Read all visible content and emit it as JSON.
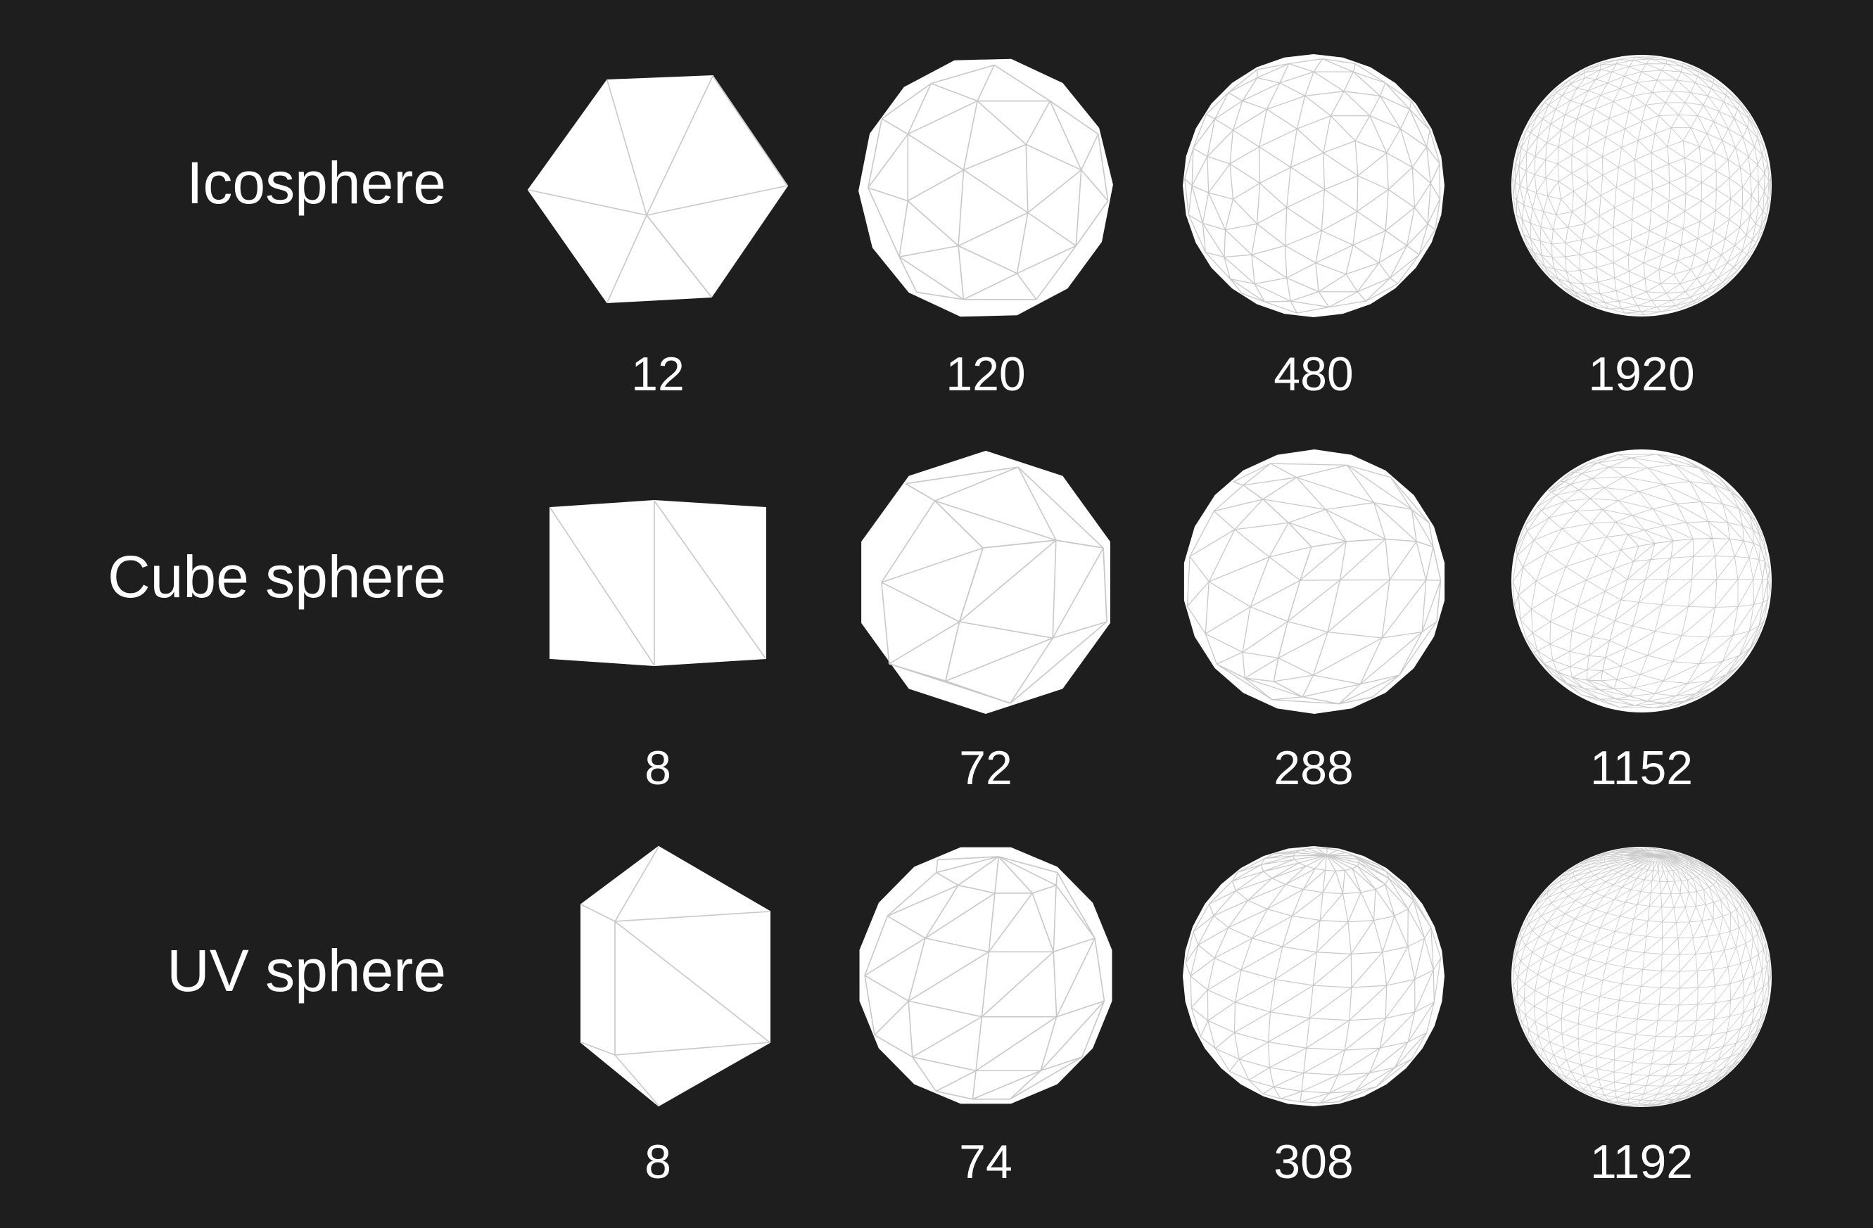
{
  "rows": [
    {
      "key": "icosphere",
      "label": "Icosphere",
      "counts": [
        "12",
        "120",
        "480",
        "1920"
      ]
    },
    {
      "key": "cube-sphere",
      "label": "Cube sphere",
      "counts": [
        "8",
        "72",
        "288",
        "1152"
      ]
    },
    {
      "key": "uv-sphere",
      "label": "UV sphere",
      "counts": [
        "8",
        "74",
        "308",
        "1192"
      ]
    }
  ],
  "colors": {
    "background": "#1e1e1e",
    "shape_fill": "#ffffff",
    "wireframe": "#c8c8c8",
    "text": "#ffffff"
  }
}
